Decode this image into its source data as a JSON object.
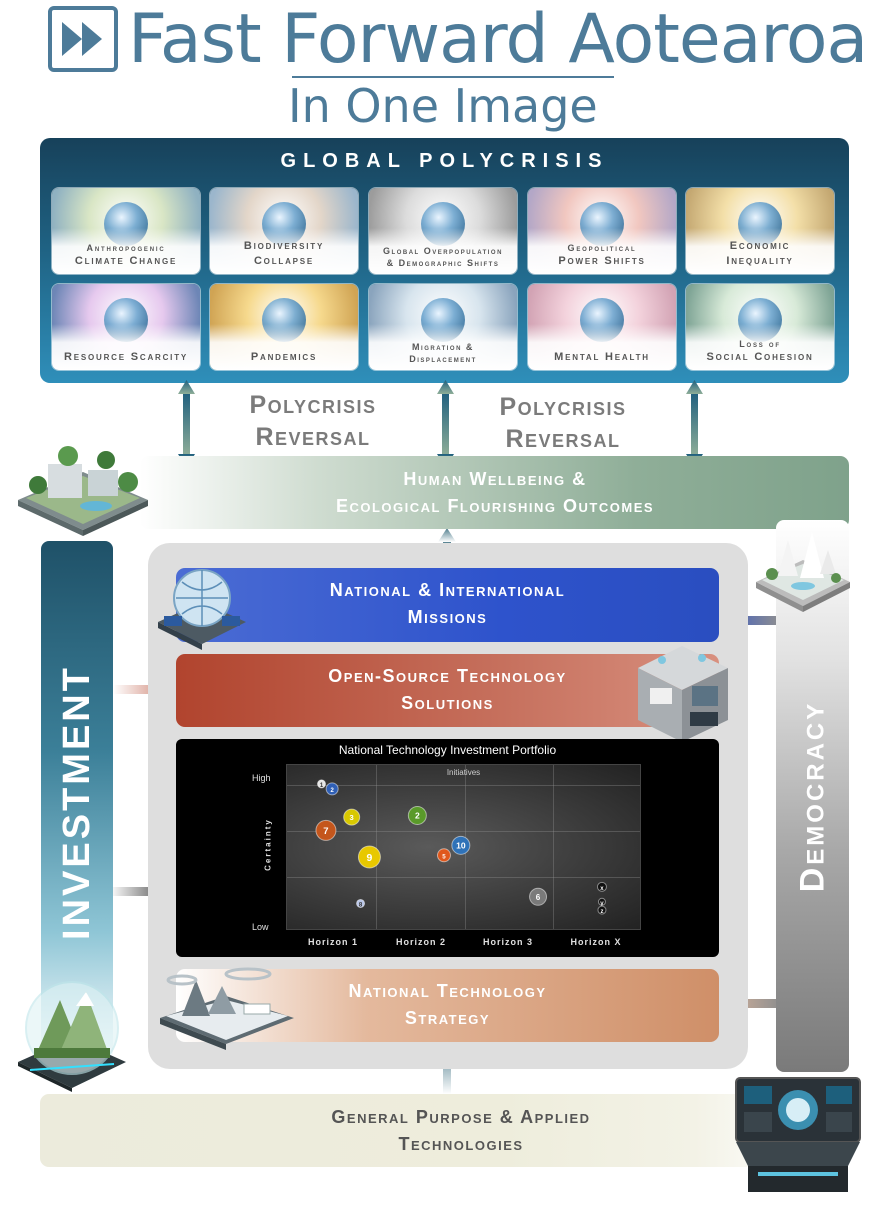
{
  "header": {
    "title": "Fast Forward Aotearoa",
    "subtitle": "In One Image"
  },
  "polycrisis": {
    "title": "GLOBAL POLYCRISIS",
    "crises": [
      {
        "line1": "Anthropogenic",
        "line2": "Climate Change"
      },
      {
        "line1": "Biodiversity",
        "line2": "Collapse"
      },
      {
        "line1": "Global Overpopulation",
        "line2": "& Demographic Shifts"
      },
      {
        "line1": "Geopolitical",
        "line2": "Power Shifts"
      },
      {
        "line1": "Economic",
        "line2": "Inequality"
      },
      {
        "line1": "",
        "line2": "Resource Scarcity"
      },
      {
        "line1": "",
        "line2": "Pandemics"
      },
      {
        "line1": "Migration &",
        "line2": "Displacement"
      },
      {
        "line1": "",
        "line2": "Mental Health"
      },
      {
        "line1": "Loss of",
        "line2": "Social Cohesion"
      }
    ]
  },
  "reversal": {
    "left": {
      "line1": "Polycrisis",
      "line2": "Reversal"
    },
    "right": {
      "line1": "Polycrisis",
      "line2": "Reversal"
    }
  },
  "outcomes": {
    "line1": "Human Wellbeing &",
    "line2": "Ecological Flourishing Outcomes"
  },
  "investment": {
    "label": "INVESTMENT"
  },
  "democracy": {
    "label": "Democracy"
  },
  "missions": {
    "line1": "National & International",
    "line2": "Missions"
  },
  "open_source": {
    "line1": "Open-Source Technology",
    "line2": "Solutions"
  },
  "strategy": {
    "line1": "National Technology",
    "line2": "Strategy"
  },
  "general_purpose": {
    "line1": "General Purpose & Applied",
    "line2": "Technologies"
  },
  "chart_data": {
    "type": "scatter",
    "title": "National Technology Investment Portfolio",
    "subtitle": "Initiatives",
    "xlabel": "",
    "ylabel": "Certainty",
    "categories": [
      "Horizon 1",
      "Horizon 2",
      "Horizon 3",
      "Horizon X"
    ],
    "y_ticks": [
      "High",
      "Low"
    ],
    "ylim": [
      0,
      10
    ],
    "points": [
      {
        "label": "1",
        "x": 0.4,
        "y": 8.8,
        "color": "#e6e6e6",
        "size": 8
      },
      {
        "label": "2",
        "x": 0.52,
        "y": 8.5,
        "color": "#2f5fb5",
        "size": 12
      },
      {
        "label": "3",
        "x": 0.74,
        "y": 6.8,
        "color": "#d8c800",
        "size": 16
      },
      {
        "label": "7",
        "x": 0.45,
        "y": 6.0,
        "color": "#c4561c",
        "size": 20
      },
      {
        "label": "9",
        "x": 0.94,
        "y": 4.4,
        "color": "#e8c800",
        "size": 22
      },
      {
        "label": "8",
        "x": 0.84,
        "y": 1.6,
        "color": "#b9c6e8",
        "size": 8
      },
      {
        "label": "2",
        "x": 1.48,
        "y": 6.9,
        "color": "#5a9a2a",
        "size": 18
      },
      {
        "label": "5",
        "x": 1.78,
        "y": 4.5,
        "color": "#e0581c",
        "size": 13
      },
      {
        "label": "10",
        "x": 1.97,
        "y": 5.1,
        "color": "#2f72b8",
        "size": 18
      },
      {
        "label": "6",
        "x": 2.84,
        "y": 2.0,
        "color": "#7a7a7a",
        "size": 17
      },
      {
        "label": "x",
        "x": 3.56,
        "y": 2.6,
        "color": "#111111",
        "size": 9
      },
      {
        "label": "y",
        "x": 3.56,
        "y": 1.7,
        "color": "#111111",
        "size": 7
      },
      {
        "label": "z",
        "x": 3.56,
        "y": 1.2,
        "color": "#111111",
        "size": 8
      }
    ]
  },
  "colors": {
    "brand": "#4d7b99",
    "polycrisis": "#1f6283",
    "missions": "#2e53cc",
    "open_source": "#c6705d",
    "strategy": "#cf8f68",
    "outcomes": "#8fae98",
    "investment": "#3b7f98",
    "democracy": "#a8a8a8"
  }
}
